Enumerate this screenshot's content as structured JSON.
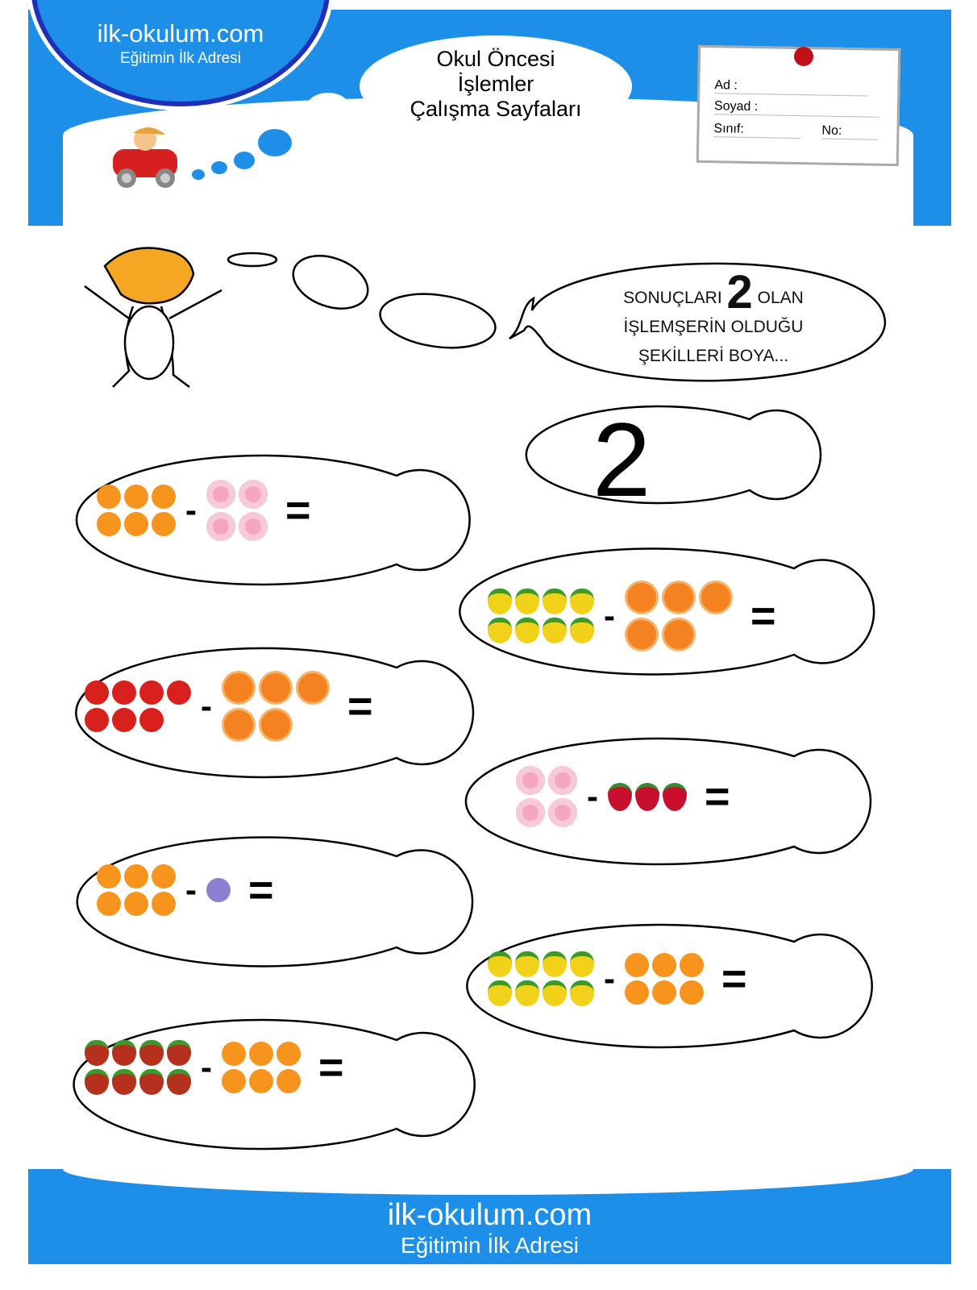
{
  "header": {
    "site": "ilk-okulum.com",
    "tagline": "Eğitimin İlk Adresi",
    "title_lines": [
      "Okul Öncesi",
      "İşlemler",
      "Çalışma Sayfaları"
    ],
    "name_fields": {
      "ad": "Ad :",
      "soyad": "Soyad :",
      "sinif": "Sınıf:",
      "no": "No:"
    }
  },
  "instruction": {
    "part1": "SONUÇLARI",
    "number": "2",
    "part2": "OLAN",
    "line2": "İŞLEMŞERİN OLDUĞU",
    "line3": "ŞEKİLLERİ BOYA..."
  },
  "target_fish": {
    "number": "2"
  },
  "colors": {
    "band": "#1e8fe8",
    "orange": "#f7941d",
    "donut": "#f4a6c0",
    "pineapple": "#f2d11a",
    "jug": "#f58220",
    "tomato": "#d8201c",
    "strawberry": "#c8102e",
    "grape": "#8a7fd0",
    "pineapple_red": "#b5311e"
  },
  "problems": [
    {
      "left": {
        "count": 6,
        "fruit": "orange",
        "cols": 3
      },
      "minus": "-",
      "right": {
        "count": 4,
        "fruit": "donut",
        "cols": 2
      },
      "equals": "="
    },
    {
      "left": {
        "count": 8,
        "fruit": "pineapple",
        "cols": 4
      },
      "minus": "-",
      "right": {
        "count": 5,
        "fruit": "jug",
        "cols": 3
      },
      "equals": "="
    },
    {
      "left": {
        "count": 7,
        "fruit": "tomato",
        "cols": 4
      },
      "minus": "-",
      "right": {
        "count": 5,
        "fruit": "jug",
        "cols": 3
      },
      "equals": "="
    },
    {
      "left": {
        "count": 4,
        "fruit": "donut",
        "cols": 2
      },
      "minus": "-",
      "right": {
        "count": 3,
        "fruit": "strawberry",
        "cols": 3
      },
      "equals": "="
    },
    {
      "left": {
        "count": 6,
        "fruit": "orange",
        "cols": 3
      },
      "minus": "-",
      "right": {
        "count": 1,
        "fruit": "grape",
        "cols": 1
      },
      "equals": "="
    },
    {
      "left": {
        "count": 8,
        "fruit": "pineapple",
        "cols": 4
      },
      "minus": "-",
      "right": {
        "count": 6,
        "fruit": "orange",
        "cols": 3
      },
      "equals": "="
    },
    {
      "left": {
        "count": 8,
        "fruit": "pineapple_red",
        "cols": 4
      },
      "minus": "-",
      "right": {
        "count": 6,
        "fruit": "orange",
        "cols": 3
      },
      "equals": "="
    }
  ],
  "footer": {
    "site": "ilk-okulum.com",
    "tagline": "Eğitimin İlk Adresi"
  }
}
